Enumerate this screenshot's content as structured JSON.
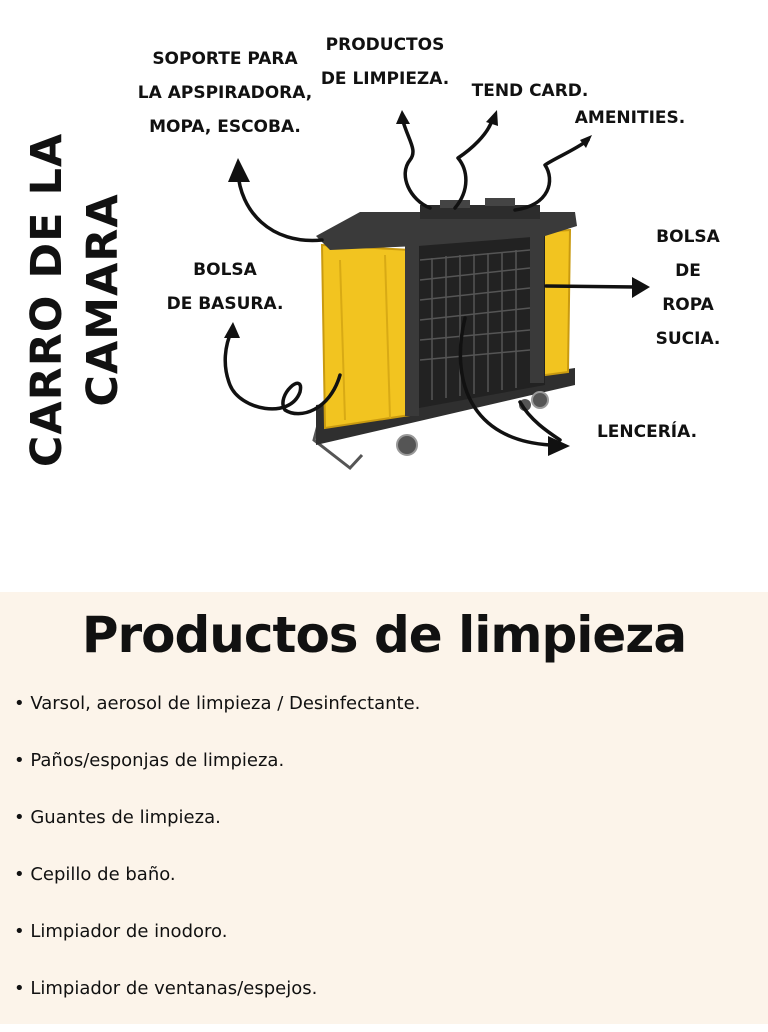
{
  "diagram": {
    "title_lines": [
      "CARRO DE LA",
      "CAMARA"
    ],
    "labels": {
      "soporte": [
        "SOPORTE PARA",
        "LA APSPIRADORA,",
        "MOPA, ESCOBA."
      ],
      "productos": [
        "PRODUCTOS",
        "DE LIMPIEZA."
      ],
      "tend_card": "TEND CARD.",
      "amenities": "AMENITIES.",
      "bolsa_basura": [
        "BOLSA",
        "DE BASURA."
      ],
      "bolsa_ropa": [
        "BOLSA",
        "DE",
        "ROPA",
        "SUCIA."
      ],
      "lenceria": "LENCERÍA."
    }
  },
  "products": {
    "title": "Productos de limpieza",
    "items": [
      "• Varsol, aerosol de limpieza / Desinfectante.",
      "• Paños/esponjas de limpieza.",
      "• Guantes de limpieza.",
      "• Cepillo de baño.",
      "• Limpiador de inodoro.",
      "• Limpiador de ventanas/espejos."
    ]
  },
  "colors": {
    "bag_yellow": "#f2c420",
    "cart_dark": "#2f2f2f",
    "bottom_bg": "#fcf4ea"
  }
}
